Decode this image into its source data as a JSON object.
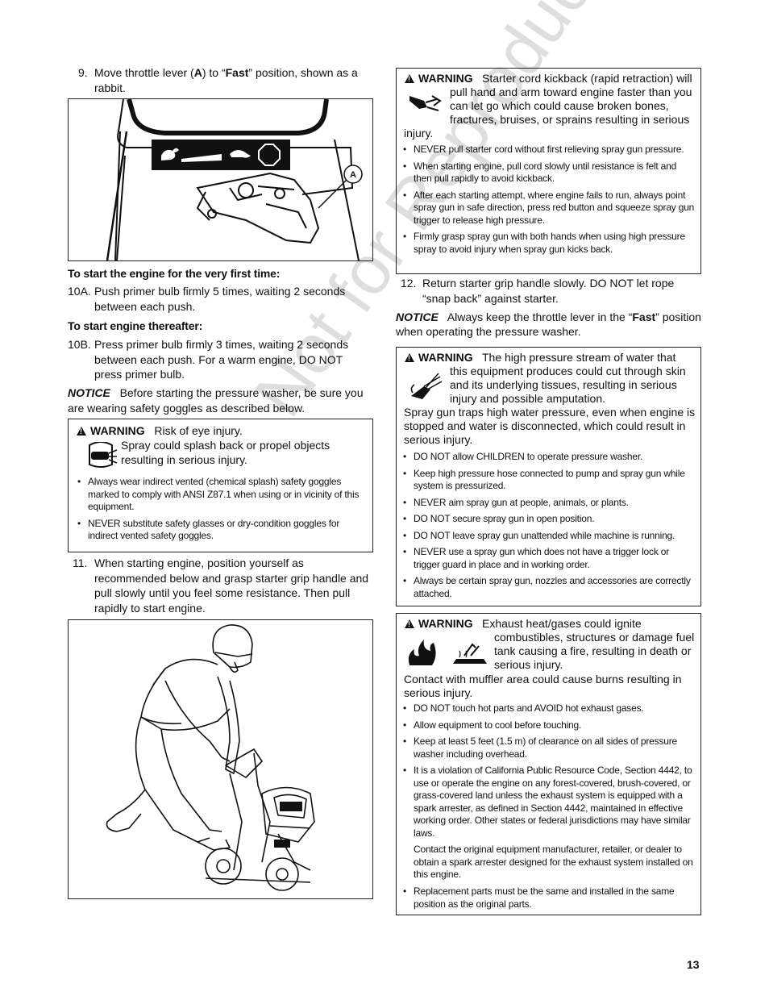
{
  "step9": {
    "num": "9.",
    "text_pre": "Move throttle lever (",
    "bold_a": "A",
    "text_mid": ") to “",
    "bold_fast": "Fast",
    "text_post": "” position, shown as a rabbit."
  },
  "fig1": {
    "callout": "A"
  },
  "first_start_heading": "To start the engine for the very first time:",
  "step10a": {
    "num": "10A.",
    "text": "Push primer bulb firmly 5 times, waiting 2 seconds between each push."
  },
  "thereafter_heading": "To start engine thereafter:",
  "step10b": {
    "num": "10B.",
    "text": "Press primer bulb firmly 3 times, waiting 2 seconds between each push. For a warm engine, DO NOT press primer bulb."
  },
  "notice1": {
    "label": "NOTICE",
    "text": "Before starting the pressure washer, be sure you are wearing safety goggles as described below."
  },
  "warn_eye": {
    "label": "WARNING",
    "lead": "Risk of eye injury.",
    "text": "Spray could splash back or propel objects resulting in serious injury.",
    "bullets": [
      "Always wear indirect vented (chemical splash) safety goggles marked to comply with ANSI Z87.1 when using or in vicinity of this equipment.",
      "NEVER substitute safety glasses or dry-condition goggles for indirect vented safety goggles."
    ]
  },
  "step11": {
    "num": "11.",
    "text": "When starting engine, position yourself as recommended below and grasp starter grip handle and pull slowly until you feel some resistance. Then pull rapidly to start engine."
  },
  "warn_kick": {
    "label": "WARNING",
    "text": "Starter cord kickback (rapid retraction) will pull hand and arm toward engine faster than you can let go which could cause broken bones, fractures, bruises, or sprains resulting in serious",
    "tail": "injury.",
    "bullets": [
      "NEVER pull starter cord without first relieving spray gun pressure.",
      "When starting engine, pull cord slowly until resistance is felt and then pull rapidly to avoid kickback.",
      "After each starting attempt, where engine fails to run, always point spray gun in safe direction, press red button and squeeze spray gun trigger to release high pressure.",
      "Firmly grasp spray gun with both hands when using high pressure spray to avoid injury when spray gun kicks back."
    ]
  },
  "step12": {
    "num": "12.",
    "text": "Return starter grip handle slowly. DO NOT let rope “snap back” against starter."
  },
  "notice2": {
    "label": "NOTICE",
    "text_pre": "Always keep the throttle lever in the “",
    "bold": "Fast",
    "text_post": "” position when operating the pressure washer."
  },
  "warn_stream": {
    "label": "WARNING",
    "text": "The high pressure stream of water that this equipment produces could cut through skin and its underlying tissues, resulting in serious injury and possible amputation.",
    "para": "Spray gun traps high water pressure, even when engine is stopped and water is disconnected, which could result in serious injury.",
    "bullets": [
      "DO NOT allow CHILDREN to operate pressure washer.",
      "Keep high pressure hose connected to pump and spray gun while system is pressurized.",
      "NEVER aim spray gun at people, animals, or plants.",
      "DO NOT secure spray gun in open position.",
      "DO NOT leave spray gun unattended while machine is running.",
      "NEVER use a spray gun which does not have a trigger lock or trigger guard in place and in working order.",
      "Always be certain spray gun, nozzles and accessories are correctly attached."
    ]
  },
  "warn_exhaust": {
    "label": "WARNING",
    "text": "Exhaust heat/gases could ignite combustibles, structures or damage fuel tank causing a fire, resulting in death or serious injury.",
    "para": "Contact with muffler area could cause burns resulting in serious injury.",
    "bullets": [
      "DO NOT touch hot parts and AVOID hot exhaust gases.",
      "Allow equipment to cool before touching.",
      "Keep at least 5 feet (1.5 m) of clearance on all sides of pressure washer including overhead.",
      "It is a violation of California Public Resource Code, Section 4442, to use or operate the engine on any forest-covered, brush-covered, or grass-covered land unless the exhaust system is equipped with a spark arrester, as defined in Section 4442, maintained in effective working order. Other states or federal jurisdictions may have similar laws."
    ],
    "contact_para": "Contact the original equipment manufacturer, retailer, or dealer to obtain a spark arrester designed for the exhaust system installed on this engine.",
    "last_bullet": "Replacement parts must be the same and installed in the same position as the original parts."
  },
  "watermark": "Not for Reproduction",
  "page_number": "13"
}
